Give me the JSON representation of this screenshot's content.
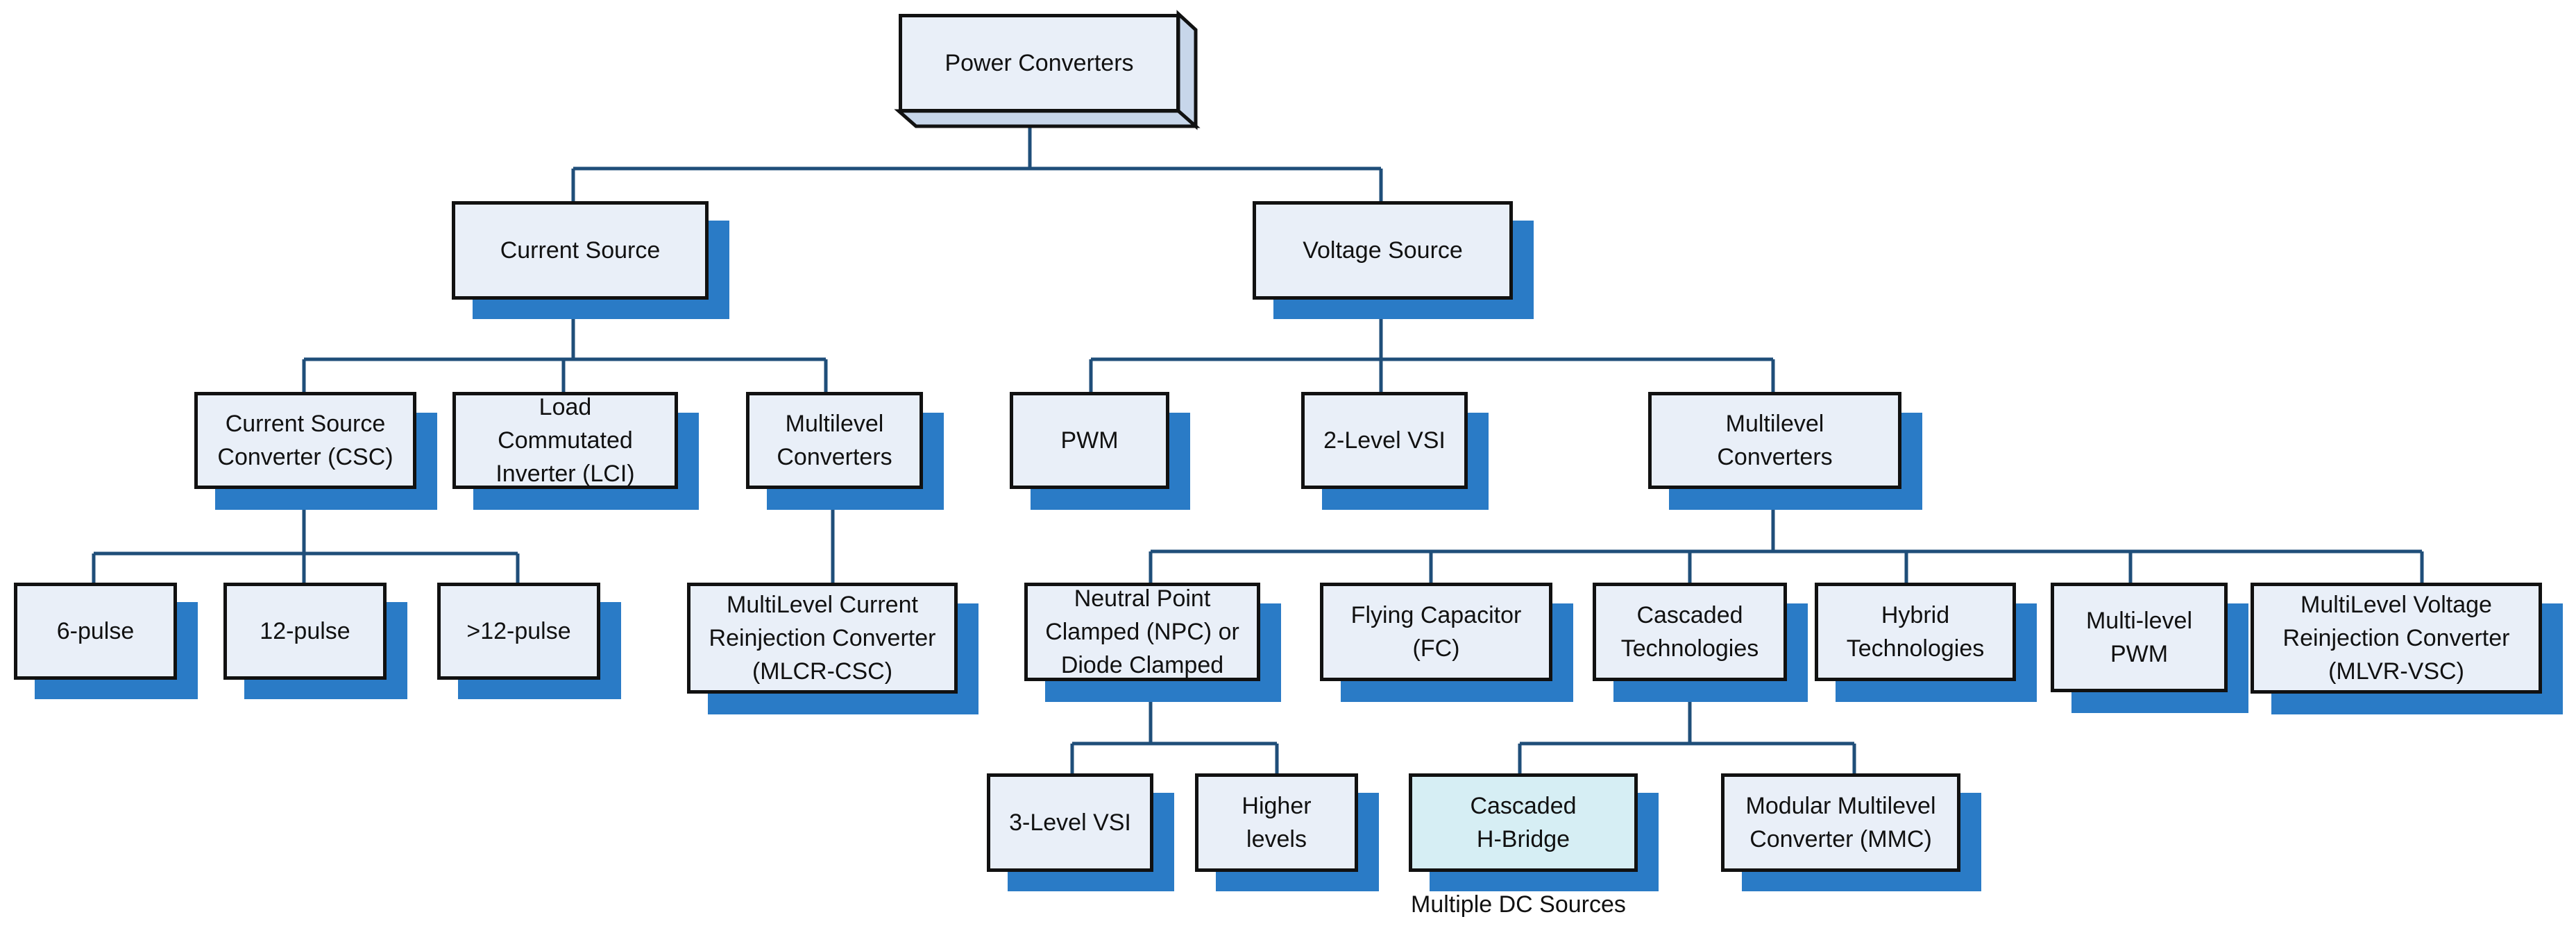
{
  "colors": {
    "node_fill": "#e9eff8",
    "node_border": "#111111",
    "shadow": "#2a7bc6",
    "connector": "#1f4e79",
    "highlight_fill": "#d6eef4",
    "root_side": "#c7d6ea"
  },
  "nodes": {
    "root": "Power Converters",
    "current_source": "Current Source",
    "voltage_source": "Voltage Source",
    "csc": "Current Source\nConverter (CSC)",
    "lci": "Load\nCommutated\nInverter (LCI)",
    "cs_multilevel": "Multilevel\nConverters",
    "pwm": "PWM",
    "two_level_vsi": "2-Level VSI",
    "vs_multilevel": "Multilevel\nConverters",
    "six_pulse": "6-pulse",
    "twelve_pulse": "12-pulse",
    "gt_twelve_pulse": ">12-pulse",
    "mlcr_csc": "MultiLevel Current\nReinjection Converter\n(MLCR-CSC)",
    "npc": "Neutral Point\nClamped (NPC) or\nDiode Clamped",
    "flying_capacitor": "Flying Capacitor\n(FC)",
    "cascaded_tech": "Cascaded\nTechnologies",
    "hybrid_tech": "Hybrid\nTechnologies",
    "multilevel_pwm": "Multi-level\nPWM",
    "mlvr_vsc": "MultiLevel Voltage\nReinjection Converter\n(MLVR-VSC)",
    "three_level_vsi": "3-Level VSI",
    "higher_levels": "Higher\nlevels",
    "cascaded_hbridge": "Cascaded\nH-Bridge",
    "mmc": "Modular Multilevel\nConverter (MMC)"
  },
  "captions": {
    "multiple_dc_sources": "Multiple DC Sources"
  }
}
